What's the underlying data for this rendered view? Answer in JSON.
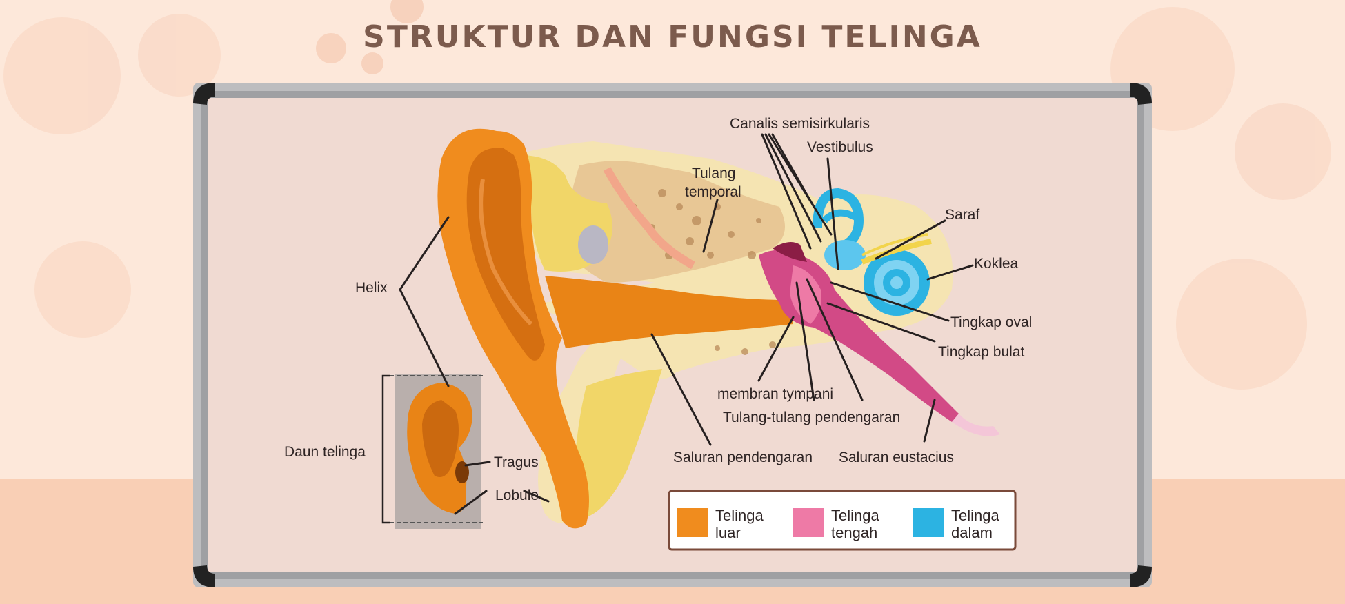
{
  "page": {
    "title": "STRUKTUR DAN FUNGSI TELINGA"
  },
  "labels": {
    "canalis": "Canalis semisirkularis",
    "vestibulus": "Vestibulus",
    "tulang_temporal_1": "Tulang",
    "tulang_temporal_2": "temporal",
    "saraf": "Saraf",
    "koklea": "Koklea",
    "helix": "Helix",
    "tingkap_oval": "Tingkap oval",
    "tingkap_bulat": "Tingkap bulat",
    "membran_tympani": "membran tympani",
    "tulang_pendengaran": "Tulang-tulang pendengaran",
    "daun_telinga": "Daun telinga",
    "tragus": "Tragus",
    "lobule": "Lobule",
    "saluran_pendengaran": "Saluran pendengaran",
    "saluran_eustacius": "Saluran eustacius"
  },
  "legend": {
    "items": [
      {
        "line1": "Telinga",
        "line2": "luar",
        "color": "#f08c1e"
      },
      {
        "line1": "Telinga",
        "line2": "tengah",
        "color": "#ee7aa6"
      },
      {
        "line1": "Telinga",
        "line2": "dalam",
        "color": "#2cb3e2"
      }
    ]
  },
  "colors": {
    "outer_ear": "#f08c1e",
    "middle_ear": "#ee7aa6",
    "inner_ear": "#2cb3e2",
    "bone": "#f3dd80",
    "board": "#f0dad2",
    "frame": "#a9a9ab"
  }
}
